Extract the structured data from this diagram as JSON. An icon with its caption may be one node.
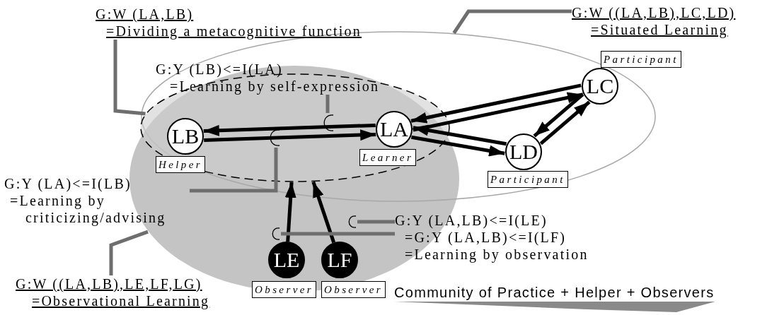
{
  "diagram": {
    "nodes": [
      {
        "text": [
          "G:W (LA,LB)",
          "=Dividing a metacognitive function"
        ]
      },
      {
        "text": [
          "G:W ((LA,LB),LC,LD)",
          "=Situated Learning"
        ]
      },
      {
        "text": [
          "G:Y (LB)<=I(LA)",
          "=Learning by self-expression"
        ]
      },
      {
        "text": [],
        "shape": "ellipse"
      },
      {
        "text": [],
        "shape": "ellipse"
      },
      {
        "text": [],
        "shape": "ellipse"
      },
      {
        "text": [
          "LC"
        ],
        "in": 3
      },
      {
        "text": [
          "Participant"
        ]
      },
      {
        "text": [
          "LB"
        ],
        "in": 5
      },
      {
        "text": [
          "LA"
        ],
        "in": 5
      },
      {
        "text": [],
        "shape": "arc",
        "in": 5
      },
      {
        "text": [],
        "shape": "arc",
        "in": 5
      },
      {
        "text": [
          "Helper"
        ],
        "in": 5
      },
      {
        "text": [
          "Learner"
        ],
        "in": 5
      },
      {
        "text": [
          "LD"
        ],
        "in": 3
      },
      {
        "text": [
          "Participant"
        ],
        "in": 3
      },
      {
        "text": [
          "G:Y (LA)<=I(LB)",
          "=Learning by criticizing/advising"
        ]
      },
      {
        "text": [],
        "shape": "arc",
        "in": 4
      },
      {
        "text": [],
        "shape": "arc",
        "in": 4
      },
      {
        "text": [
          "G:Y (LA,LB)<=I(LE)",
          "=G:Y (LA,LB)<=I(LF)",
          "=Learning by observation"
        ]
      },
      {
        "text": [
          "LE"
        ],
        "in": 4
      },
      {
        "text": [
          "LF"
        ],
        "in": 4
      },
      {
        "text": [
          "Observer"
        ]
      },
      {
        "text": [
          "Observer"
        ]
      },
      {
        "text": [
          "G:W ((LA,LB),LE,LF,LG)",
          "=Observational Learning"
        ]
      }
    ],
    "edges": [
      {
        "from": 9,
        "to": 8,
        "arrow": "to"
      },
      {
        "from": 8,
        "to": 9,
        "arrow": "to"
      },
      {
        "from": 9,
        "to": 6,
        "arrow": "to"
      },
      {
        "from": 6,
        "to": 9,
        "arrow": "to"
      },
      {
        "from": 9,
        "to": 14,
        "arrow": "to"
      },
      {
        "from": 14,
        "to": 9,
        "arrow": "to"
      },
      {
        "from": 14,
        "to": 6,
        "arrow": "to"
      },
      {
        "from": 6,
        "to": 14,
        "arrow": "to"
      },
      {
        "from": 20,
        "to": 5,
        "arrow": "to"
      },
      {
        "from": 21,
        "to": 5,
        "arrow": "to"
      },
      {
        "from": 0,
        "to": 5,
        "arrow": "none",
        "color": "#6e6e6e"
      },
      {
        "from": 1,
        "to": 3,
        "arrow": "none",
        "color": "#6e6e6e"
      },
      {
        "from": 2,
        "to": 10,
        "arrow": "none",
        "color": "#6e6e6e"
      },
      {
        "from": 16,
        "to": 11,
        "arrow": "none",
        "color": "#6e6e6e"
      },
      {
        "from": 19,
        "to": 18,
        "arrow": "none",
        "color": "#6e6e6e"
      },
      {
        "from": 19,
        "to": 17,
        "arrow": "none",
        "color": "#6e6e6e"
      },
      {
        "from": 24,
        "to": 4,
        "arrow": "none",
        "color": "#6e6e6e"
      }
    ],
    "labels": [
      "Community of Practice + Helper + Observers"
    ]
  }
}
